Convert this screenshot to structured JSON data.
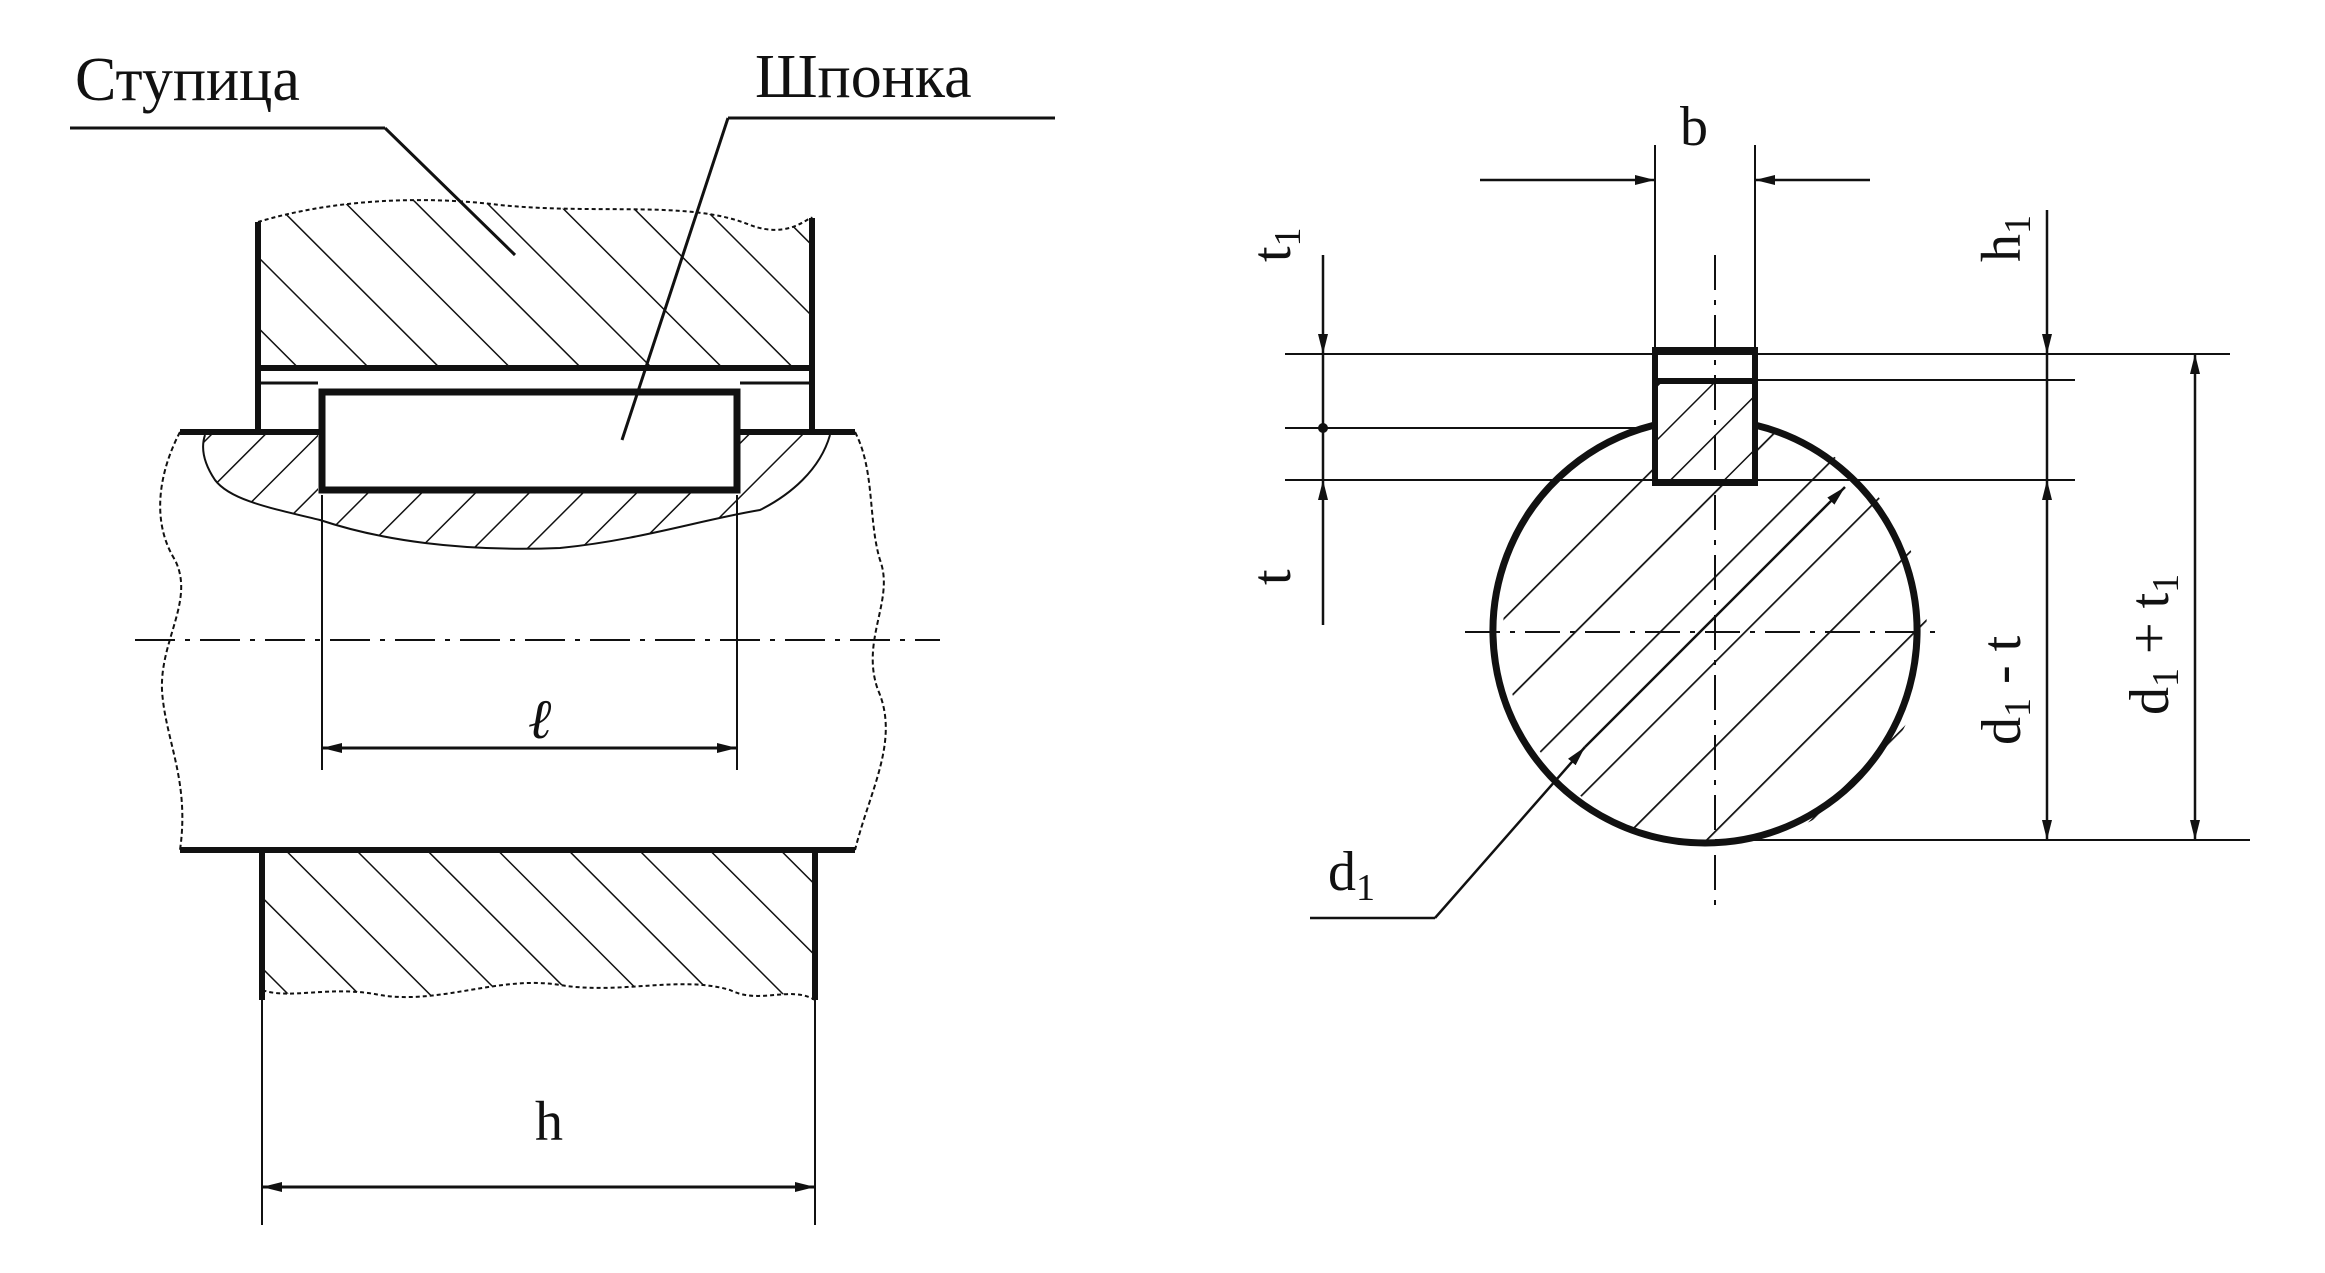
{
  "labels": {
    "hub": "Ступица",
    "key": "Шпонка",
    "key_length": "ℓ",
    "hub_length": "h",
    "key_width": "b",
    "t1": {
      "base": "t",
      "sub": "1"
    },
    "h1": {
      "base": "h",
      "sub": "1"
    },
    "t": "t",
    "d1": {
      "base": "d",
      "sub": "1"
    },
    "d1_minus_t": {
      "base": "d",
      "sub": "1",
      "rest": " - t"
    },
    "d1_plus_t1": {
      "base": "d",
      "sub": "1",
      "mid": " + t",
      "sub2": "1"
    }
  },
  "colors": {
    "line": "#111111",
    "background": "#ffffff"
  }
}
